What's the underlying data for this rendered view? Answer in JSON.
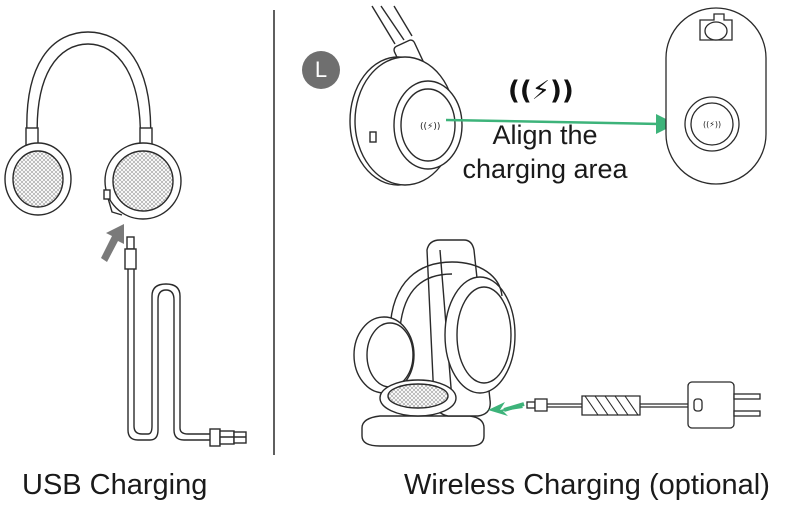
{
  "captions": {
    "usb": "USB Charging",
    "wireless": "Wireless Charging (optional)"
  },
  "alignment": {
    "badge_letter": "L",
    "line1": "Align the",
    "line2": "charging area"
  },
  "icons": {
    "wireless_symbol": "((⚡))"
  },
  "colors": {
    "arrow_green": "#3db37a",
    "arrow_gray": "#7a7a7a",
    "badge_gray": "#6f6f6f",
    "line": "#2a2a2a"
  }
}
